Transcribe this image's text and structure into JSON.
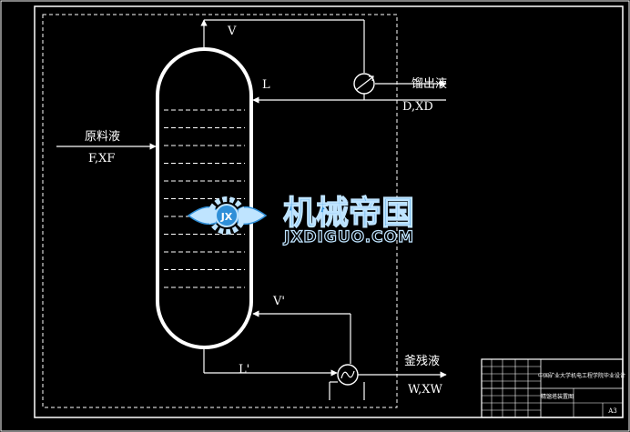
{
  "colors": {
    "background": "#000000",
    "line": "#ffffff",
    "watermark_blue": "#2f8fd8",
    "watermark_light": "#bfe4ff"
  },
  "labels": {
    "top_vapor": "V",
    "reflux": "L",
    "distillate_name": "馏出液",
    "distillate_vars": "D,XD",
    "feed_name": "原料液",
    "feed_vars": "F,XF",
    "bottom_vapor": "V'",
    "bottom_liquid": "L'",
    "residue_name": "釜残液",
    "residue_vars": "W,XW"
  },
  "watermark": {
    "emblem_letters": "JX",
    "brand_cn": "机械帝国",
    "brand_en": "JXDIGUO.COM"
  },
  "title_block": {
    "line1": "中国矿业大学机电工程学院毕业设计",
    "drawing_name": "精馏塔装置图",
    "sheet": "A3"
  },
  "icons": {
    "condenser": "condenser-icon",
    "reboiler": "reboiler-icon",
    "emblem": "gear-wings-icon"
  },
  "trays": 11
}
